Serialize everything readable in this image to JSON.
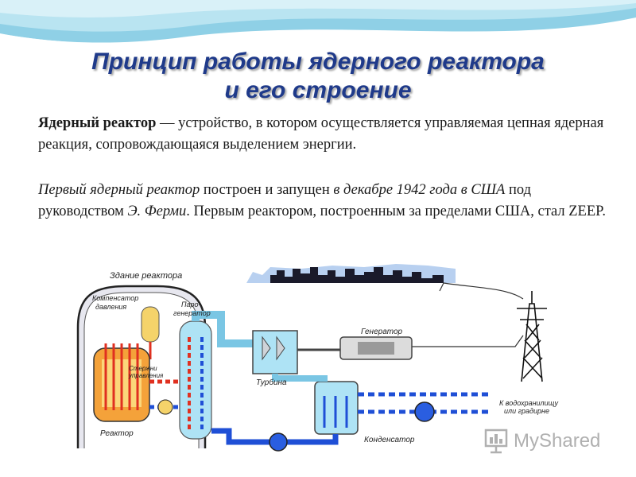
{
  "slide": {
    "title_line1": "Принцип работы ядерного реактора",
    "title_line2": "и его строение",
    "p1": {
      "term": "Ядерный реактор",
      "rest": " — устройство, в котором осуществляется управляемая цепная ядерная реакция, сопровождающаяся выделением энергии."
    },
    "p2": {
      "part1": "Первый ядерный реактор",
      "part2": " построен и запущен ",
      "part3": "в декабре 1942 года в США",
      "part4": " под руководством ",
      "part5": "Э. Ферми",
      "part6": ". Первым реактором, построенным за пределами США, стал ZEEP."
    }
  },
  "diagram": {
    "labels": {
      "building": "Здание реактора",
      "pressurizer_1": "Компенсатор",
      "pressurizer_2": "давления",
      "steamgen_1": "Паро-",
      "steamgen_2": "генератор",
      "rods_1": "Стержни",
      "rods_2": "управления",
      "reactor": "Реактор",
      "turbine": "Турбина",
      "generator": "Генератор",
      "condenser": "Конденсатор",
      "reservoir_1": "К водохранилищу",
      "reservoir_2": "или градирне"
    }
  },
  "watermark": {
    "text": "MyShared"
  },
  "colors": {
    "title": "#1f3a8a",
    "water_hot": "#e03020",
    "water_cold": "#1f4fd6",
    "steam": "#aee3f5"
  }
}
